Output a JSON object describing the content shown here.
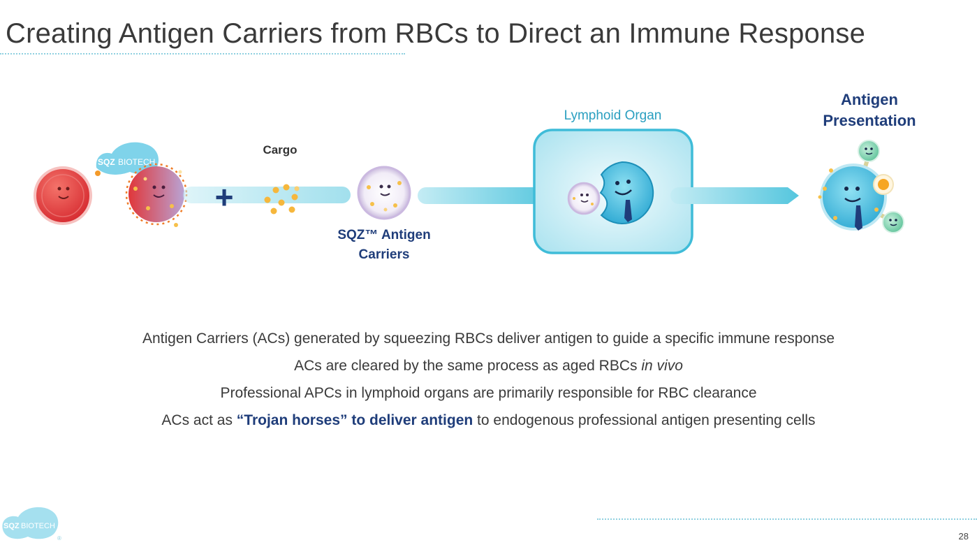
{
  "slide": {
    "title": "Creating Antigen Carriers from RBCs to Direct an Immune Response",
    "page_number": "28"
  },
  "brand": {
    "badge_text_bold": "SQZ",
    "badge_text_light": "BIOTECH",
    "registered_mark": "®",
    "accent_color": "#5cc8e0",
    "navy_color": "#1f3d7a"
  },
  "diagram": {
    "cargo_label": "Cargo",
    "carrier_label_line1": "SQZ™ Antigen",
    "carrier_label_line2": "Carriers",
    "lymphoid_label": "Lymphoid Organ",
    "presentation_label_line1": "Antigen",
    "presentation_label_line2": "Presentation",
    "plus_sign": "+"
  },
  "bullets": {
    "line1": "Antigen Carriers (ACs) generated by squeezing RBCs deliver antigen to guide a specific immune response",
    "line2_main": "ACs are cleared by the same process as aged RBCs ",
    "line2_italic": "in vivo",
    "line3": "Professional APCs in lymphoid organs are primarily responsible for RBC clearance",
    "line4_start": "ACs act as ",
    "line4_bold": "“Trojan horses” to deliver antigen",
    "line4_end": " to endogenous professional antigen presenting cells"
  }
}
